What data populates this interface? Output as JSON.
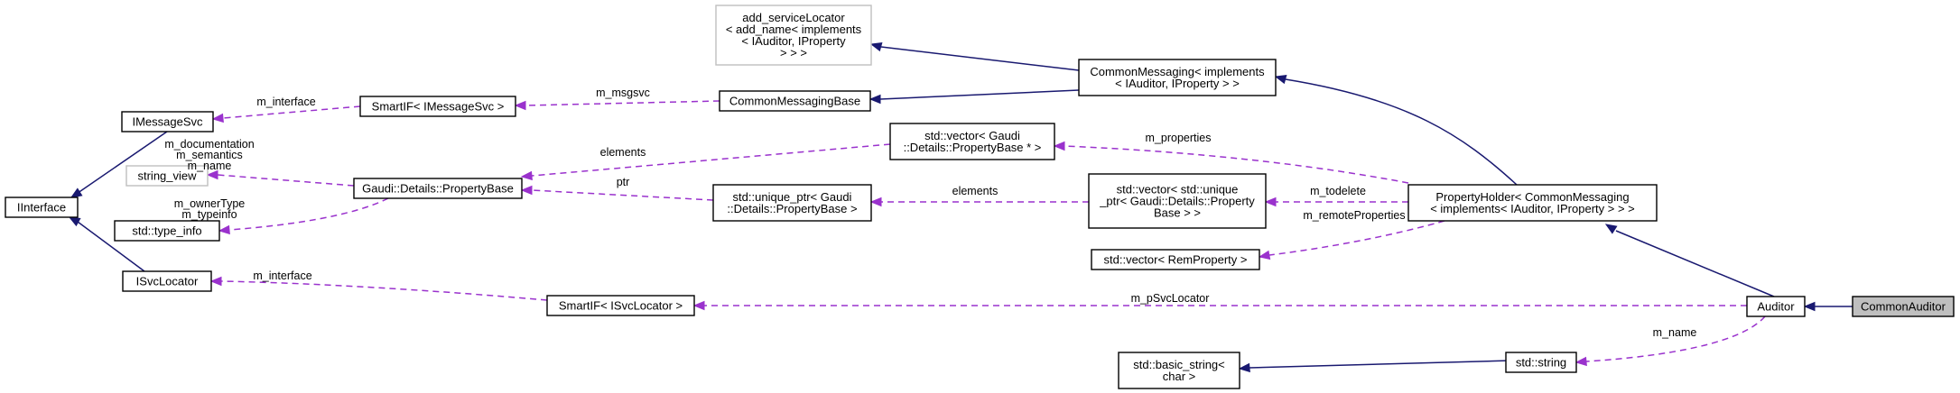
{
  "nodes": {
    "common_auditor": {
      "lines": [
        "CommonAuditor"
      ]
    },
    "auditor": {
      "lines": [
        "Auditor"
      ]
    },
    "property_holder": {
      "lines": [
        "PropertyHolder< CommonMessaging",
        "< implements< IAuditor, IProperty > > >"
      ]
    },
    "common_messaging": {
      "lines": [
        "CommonMessaging< implements",
        "< IAuditor, IProperty > >"
      ]
    },
    "add_service_locator": {
      "lines": [
        "add_serviceLocator",
        "< add_name< implements",
        "< IAuditor, IProperty",
        "> > >"
      ]
    },
    "common_messaging_base": {
      "lines": [
        "CommonMessagingBase"
      ]
    },
    "smartif_imessagesvc": {
      "lines": [
        "SmartIF< IMessageSvc >"
      ]
    },
    "imessagesvc": {
      "lines": [
        "IMessageSvc"
      ]
    },
    "iinterface": {
      "lines": [
        "IInterface"
      ]
    },
    "string_view": {
      "lines": [
        "string_view"
      ]
    },
    "property_base": {
      "lines": [
        "Gaudi::Details::PropertyBase"
      ]
    },
    "type_info": {
      "lines": [
        "std::type_info"
      ]
    },
    "isvclocator": {
      "lines": [
        "ISvcLocator"
      ]
    },
    "smartif_isvclocator": {
      "lines": [
        "SmartIF< ISvcLocator >"
      ]
    },
    "vector_propertybase": {
      "lines": [
        "std::vector< Gaudi",
        "::Details::PropertyBase * >"
      ]
    },
    "unique_ptr_propertybase": {
      "lines": [
        "std::unique_ptr< Gaudi",
        "::Details::PropertyBase >"
      ]
    },
    "vector_unique_ptr": {
      "lines": [
        "std::vector< std::unique",
        "_ptr< Gaudi::Details::Property",
        "Base > >"
      ]
    },
    "vector_remproperty": {
      "lines": [
        "std::vector< RemProperty >"
      ]
    },
    "std_string": {
      "lines": [
        "std::string"
      ]
    },
    "basic_string": {
      "lines": [
        "std::basic_string<",
        "char >"
      ]
    }
  },
  "edge_labels": {
    "m_interface_msg": "m_interface",
    "m_msgsvc": "m_msgsvc",
    "elements_vector": "elements",
    "m_properties": "m_properties",
    "pb_uses_1": "m_documentation",
    "pb_uses_2": "m_semantics",
    "pb_uses_3": "m_name",
    "ti_uses_1": "m_ownerType",
    "ti_uses_2": "m_typeinfo",
    "ptr": "ptr",
    "elements_unique": "elements",
    "m_todelete": "m_todelete",
    "m_remote_properties": "m_remoteProperties",
    "m_interface_svc": "m_interface",
    "m_psvclocator": "m_pSvcLocator",
    "m_name": "m_name"
  },
  "colors": {
    "inheritance": "#191970",
    "usage": "#9a32cd",
    "focus_fill": "#bfbfbf",
    "undocumented_border": "#bfbfbf"
  }
}
